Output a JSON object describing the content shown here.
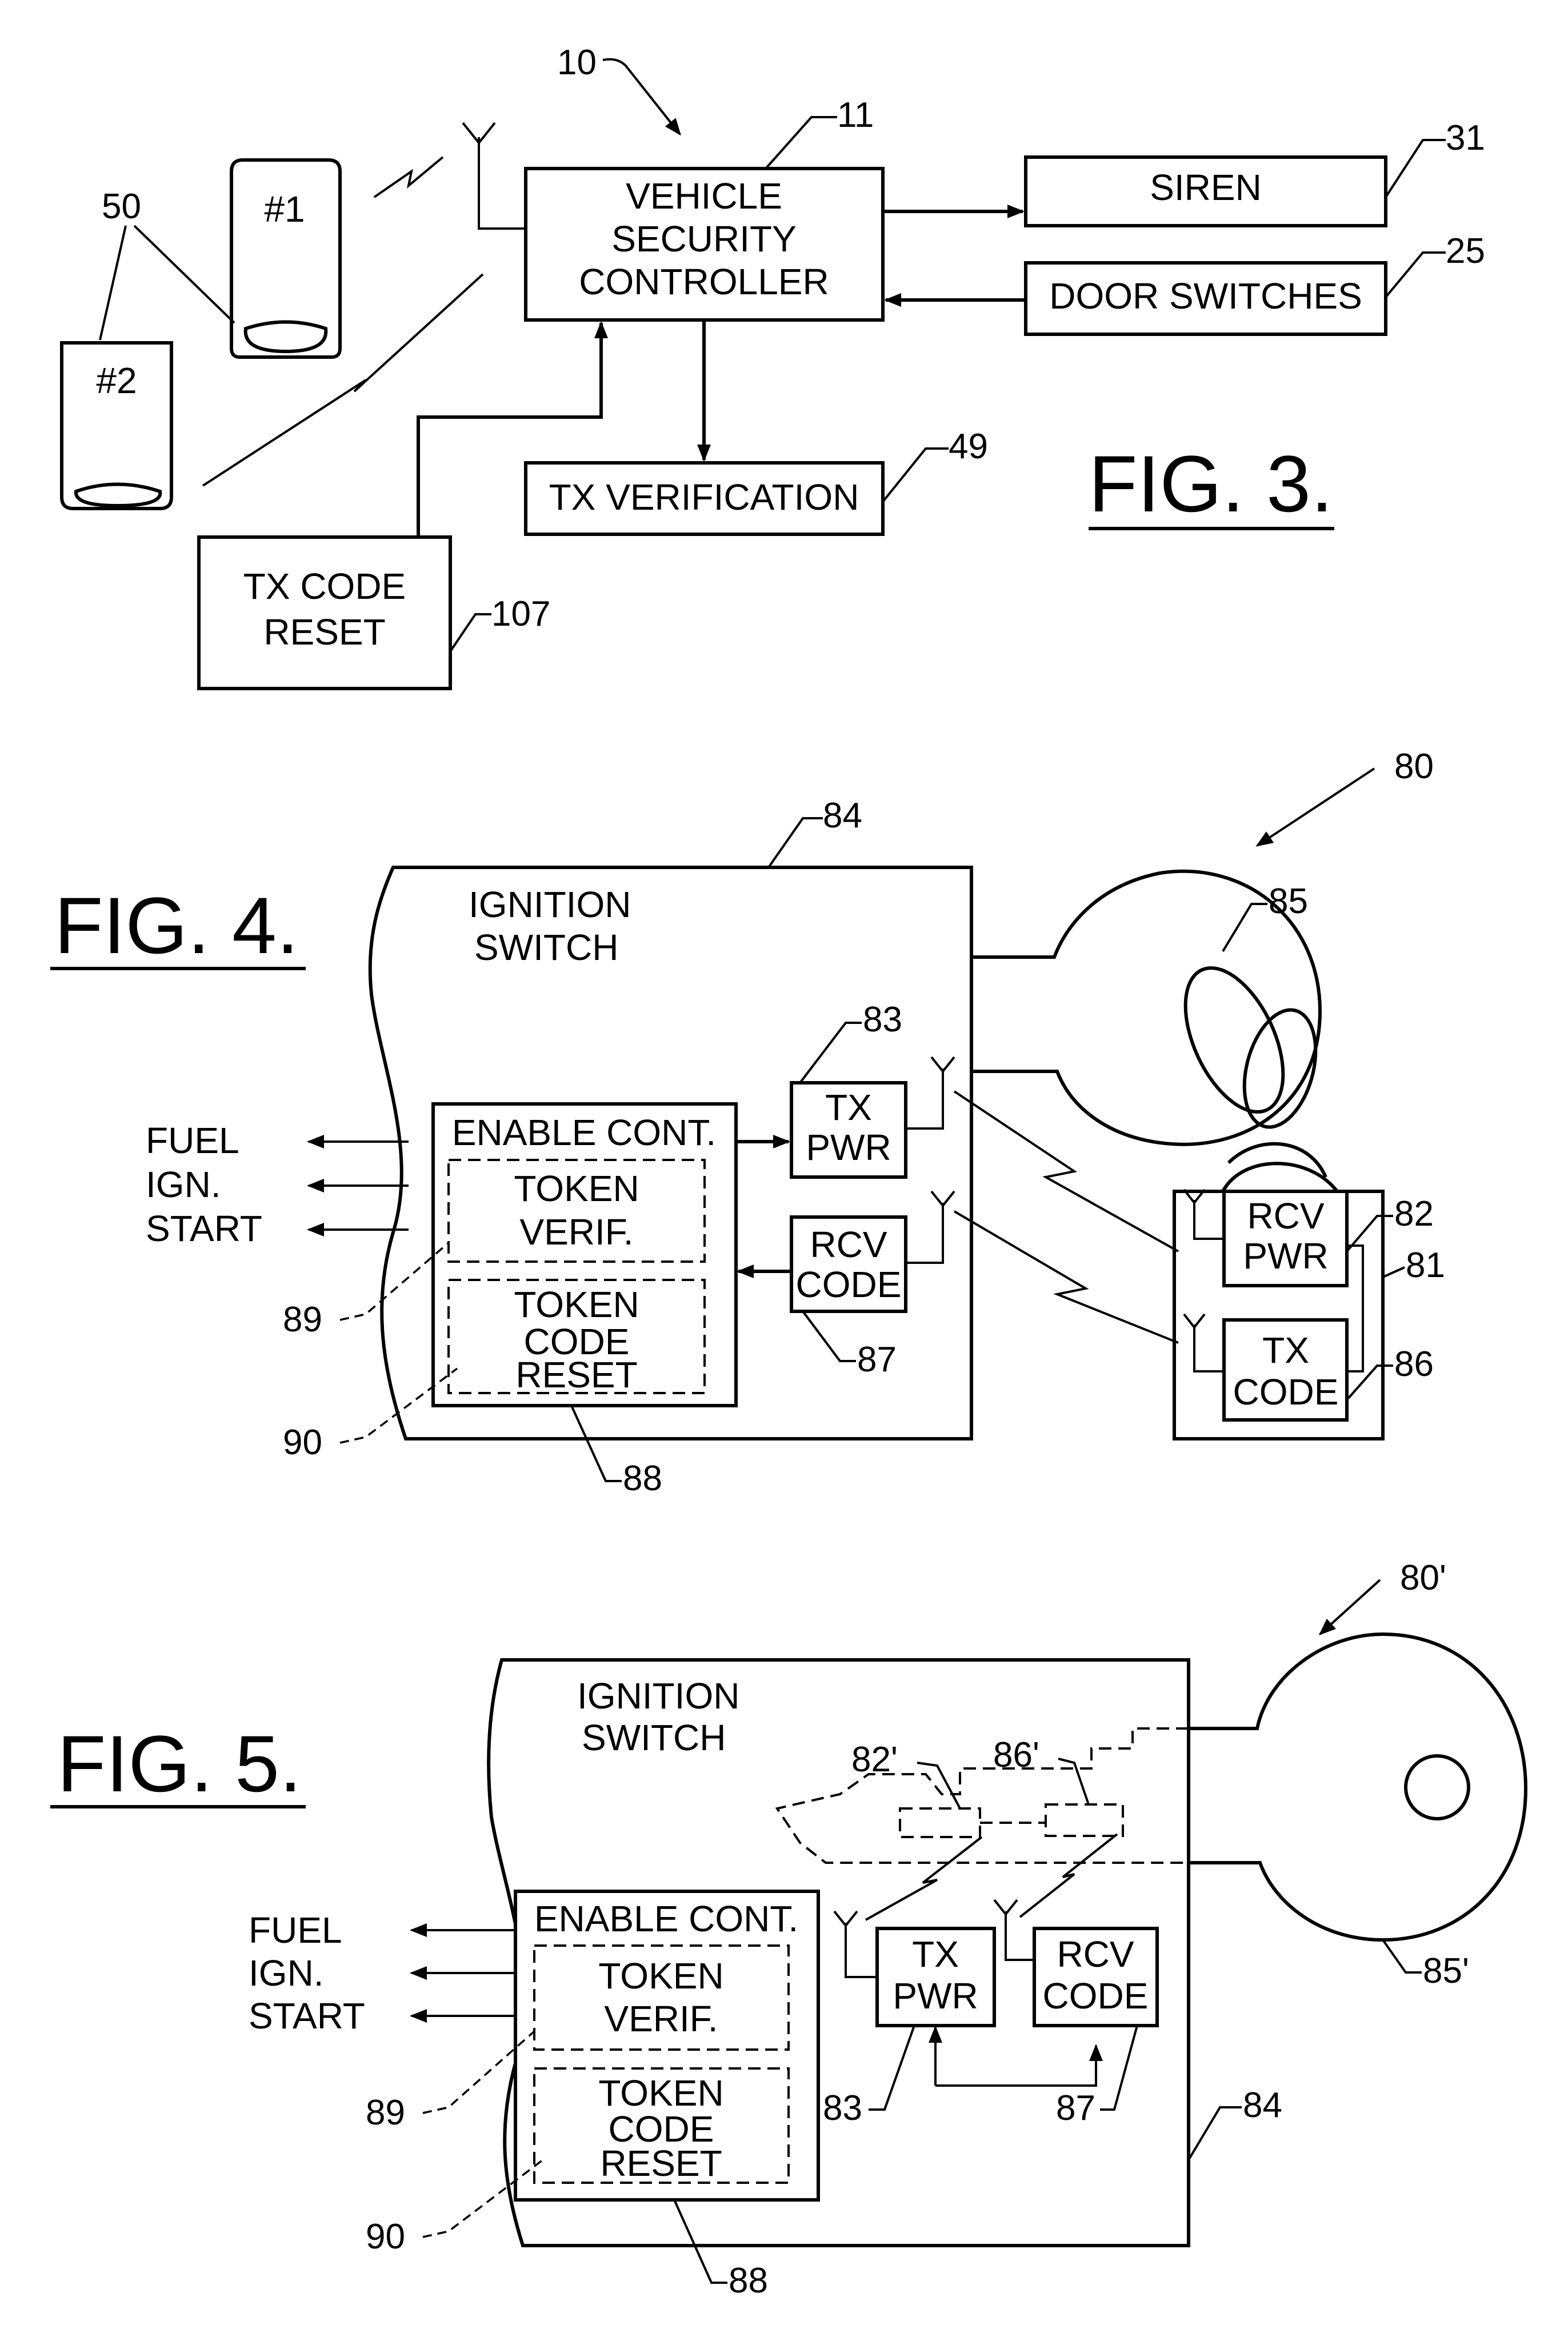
{
  "fig3": {
    "title": "FIG. 3.",
    "system_ref": "10",
    "controller": {
      "ref": "11",
      "lines": [
        "VEHICLE",
        "SECURITY",
        "CONTROLLER"
      ]
    },
    "siren": {
      "ref": "31",
      "label": "SIREN"
    },
    "door_switches": {
      "ref": "25",
      "label": "DOOR SWITCHES"
    },
    "tx_verification": {
      "ref": "49",
      "label": "TX VERIFICATION"
    },
    "tx_code_reset": {
      "ref": "107",
      "lines": [
        "TX CODE",
        "RESET"
      ]
    },
    "transmitters": {
      "ref": "50",
      "tx1": "#1",
      "tx2": "#2"
    }
  },
  "fig4": {
    "title": "FIG. 4.",
    "system_ref": "80",
    "ignition_switch": {
      "ref": "84",
      "lines": [
        "IGNITION",
        "SWITCH"
      ]
    },
    "outputs": [
      "FUEL",
      "IGN.",
      "START"
    ],
    "enable_cont": {
      "ref": "88",
      "label": "ENABLE CONT."
    },
    "token_verif": {
      "ref": "89",
      "lines": [
        "TOKEN",
        "VERIF."
      ]
    },
    "token_code_reset": {
      "ref": "90",
      "lines": [
        "TOKEN",
        "CODE",
        "RESET"
      ]
    },
    "tx_pwr": {
      "ref": "83",
      "lines": [
        "TX",
        "PWR"
      ]
    },
    "rcv_code": {
      "ref": "87",
      "lines": [
        "RCV",
        "CODE"
      ]
    },
    "key": {
      "ref": "85"
    },
    "token": {
      "ref": "81"
    },
    "rcv_pwr": {
      "ref": "82",
      "lines": [
        "RCV",
        "PWR"
      ]
    },
    "tx_code": {
      "ref": "86",
      "lines": [
        "TX",
        "CODE"
      ]
    }
  },
  "fig5": {
    "title": "FIG. 5.",
    "system_ref": "80'",
    "ignition_switch": {
      "ref": "84",
      "lines": [
        "IGNITION",
        "SWITCH"
      ]
    },
    "outputs": [
      "FUEL",
      "IGN.",
      "START"
    ],
    "enable_cont": {
      "ref": "88",
      "label": "ENABLE CONT."
    },
    "token_verif": {
      "ref": "89",
      "lines": [
        "TOKEN",
        "VERIF."
      ]
    },
    "token_code_reset": {
      "ref": "90",
      "lines": [
        "TOKEN",
        "CODE",
        "RESET"
      ]
    },
    "tx_pwr": {
      "ref": "83",
      "lines": [
        "TX",
        "PWR"
      ]
    },
    "rcv_code": {
      "ref": "87",
      "lines": [
        "RCV",
        "CODE"
      ]
    },
    "key": {
      "ref": "85'"
    },
    "rcv_pwr_ref": "82'",
    "tx_code_ref": "86'"
  }
}
